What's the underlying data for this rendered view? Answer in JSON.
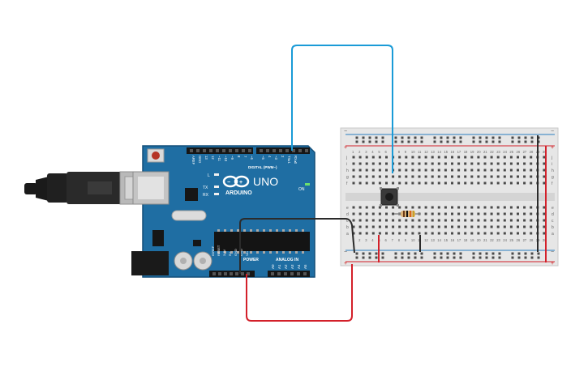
{
  "board": {
    "brand": "ARDUINO",
    "model": "UNO",
    "digital_header_label": "DIGITAL (PWM~)",
    "power_label": "POWER",
    "analog_label": "ANALOG IN",
    "led_l": "L",
    "led_tx": "TX",
    "led_rx": "RX",
    "on_label": "ON",
    "digital_pins": [
      "AREF",
      "GND",
      "13",
      "12",
      "~11",
      "~10",
      "~9",
      "8",
      "7",
      "~6",
      "~5",
      "4",
      "~3",
      "2",
      "TX▸1",
      "RX◂0"
    ],
    "power_pins": [
      "IOREF",
      "RESET",
      "3.3V",
      "5V",
      "GND",
      "GND",
      "Vin"
    ],
    "analog_pins": [
      "A0",
      "A1",
      "A2",
      "A3",
      "A4",
      "A5"
    ]
  },
  "breadboard": {
    "column_numbers": [
      "1",
      "2",
      "3",
      "4",
      "5",
      "6",
      "7",
      "8",
      "9",
      "10",
      "11",
      "12",
      "13",
      "14",
      "15",
      "16",
      "17",
      "18",
      "19",
      "20",
      "21",
      "22",
      "23",
      "24",
      "25",
      "26",
      "27",
      "28",
      "29",
      "30"
    ],
    "row_letters_top": [
      "j",
      "i",
      "h",
      "g",
      "f"
    ],
    "row_letters_bottom": [
      "e",
      "d",
      "c",
      "b",
      "a"
    ],
    "rail_plus": "+",
    "rail_minus": "−"
  },
  "colors": {
    "board_blue": "#1f6ea3",
    "wire_blue": "#1a9bd7",
    "wire_black": "#2b2b2b",
    "wire_red": "#d3202a",
    "breadboard": "#e9e9e9"
  }
}
